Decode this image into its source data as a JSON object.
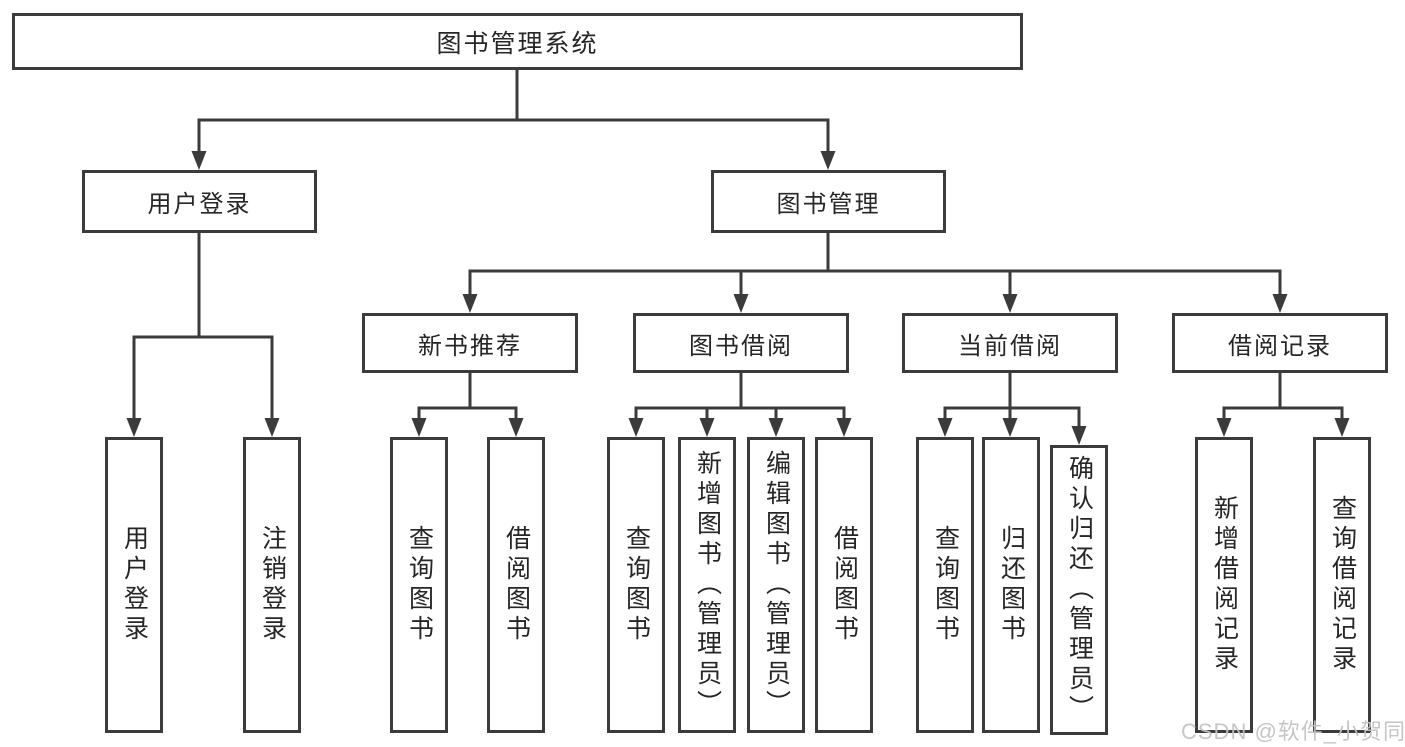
{
  "tree": {
    "root": "图书管理系统",
    "groups": [
      {
        "label": "用户登录",
        "leaves": [
          "用户登录",
          "注销登录"
        ]
      },
      {
        "label": "图书管理",
        "sections": [
          {
            "label": "新书推荐",
            "leaves": [
              "查询图书",
              "借阅图书"
            ]
          },
          {
            "label": "图书借阅",
            "leaves": [
              "查询图书",
              "新增图书（管理员）",
              "编辑图书（管理员）",
              "借阅图书"
            ]
          },
          {
            "label": "当前借阅",
            "leaves": [
              "查询图书",
              "归还图书",
              "确认归还（管理员）"
            ]
          },
          {
            "label": "借阅记录",
            "leaves": [
              "新增借阅记录",
              "查询借阅记录"
            ]
          }
        ]
      }
    ]
  },
  "watermark": {
    "text": "CSDN @软件_小贺同学",
    "color": "#c3c3c3"
  },
  "colors": {
    "line": "#3b3b3b",
    "text": "#262626",
    "background": "#ffffff"
  }
}
